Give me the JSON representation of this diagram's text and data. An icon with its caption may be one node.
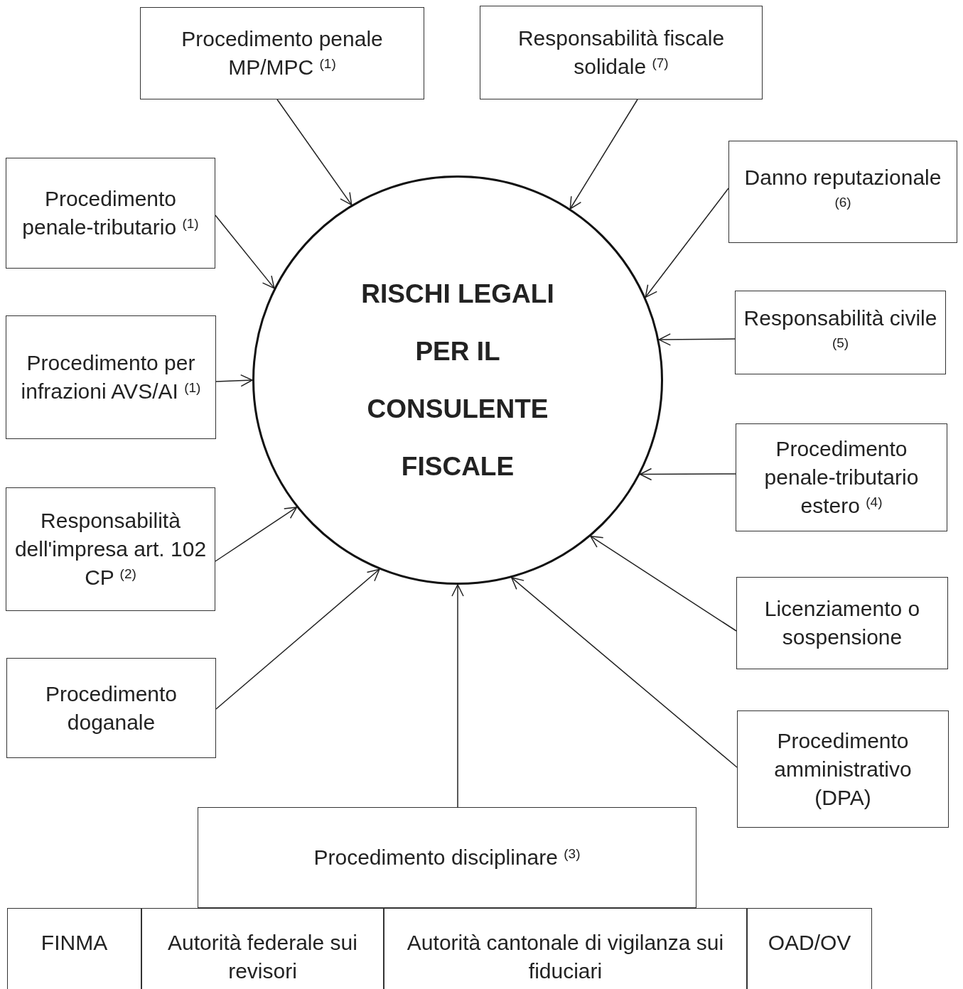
{
  "diagram": {
    "nodes": [
      {
        "text": [
          "RISCHI LEGALI PER IL CONSULENTE FISCALE"
        ]
      },
      {
        "text": [
          "Procedimento penale MP/MPC $^{(1)}$"
        ]
      },
      {
        "text": [
          "Responsabilità fiscale solidale $^{(7)}$"
        ]
      },
      {
        "text": [
          "Procedimento penale-tributario $^{(1)}$"
        ]
      },
      {
        "text": [
          "Danno reputazionale $^{(6)}$"
        ]
      },
      {
        "text": [
          "Procedimento per infrazioni AVS/AI $^{(1)}$"
        ]
      },
      {
        "text": [
          "Responsabilità civile $^{(5)}$"
        ]
      },
      {
        "text": [
          "Responsabilità dell'impresa art. 102 CP $^{(2)}$"
        ]
      },
      {
        "text": [
          "Procedimento penale-tributario estero $^{(4)}$"
        ]
      },
      {
        "text": [
          "Procedimento doganale"
        ]
      },
      {
        "text": [
          "Licenziamento o sospensione"
        ]
      },
      {
        "text": [
          "Procedimento amministrativo (DPA)"
        ]
      },
      {
        "text": [
          "Procedimento disciplinare $^{(3)}$"
        ]
      },
      {
        "text": [
          "FINMA"
        ]
      },
      {
        "text": [
          "Autorità federale sui revisori"
        ]
      },
      {
        "text": [
          "Autorità cantonale di vigilanza sui fiduciari"
        ]
      },
      {
        "text": [
          "OAD/OV"
        ]
      }
    ],
    "edges": [
      {
        "from": 1,
        "to": 0,
        "arrow": "to"
      },
      {
        "from": 2,
        "to": 0,
        "arrow": "to"
      },
      {
        "from": 3,
        "to": 0,
        "arrow": "to"
      },
      {
        "from": 4,
        "to": 0,
        "arrow": "to"
      },
      {
        "from": 5,
        "to": 0,
        "arrow": "to"
      },
      {
        "from": 6,
        "to": 0,
        "arrow": "to"
      },
      {
        "from": 7,
        "to": 0,
        "arrow": "to"
      },
      {
        "from": 8,
        "to": 0,
        "arrow": "to"
      },
      {
        "from": 9,
        "to": 0,
        "arrow": "to"
      },
      {
        "from": 10,
        "to": 0,
        "arrow": "to"
      },
      {
        "from": 11,
        "to": 0,
        "arrow": "to"
      },
      {
        "from": 12,
        "to": 0,
        "arrow": "to"
      }
    ]
  }
}
